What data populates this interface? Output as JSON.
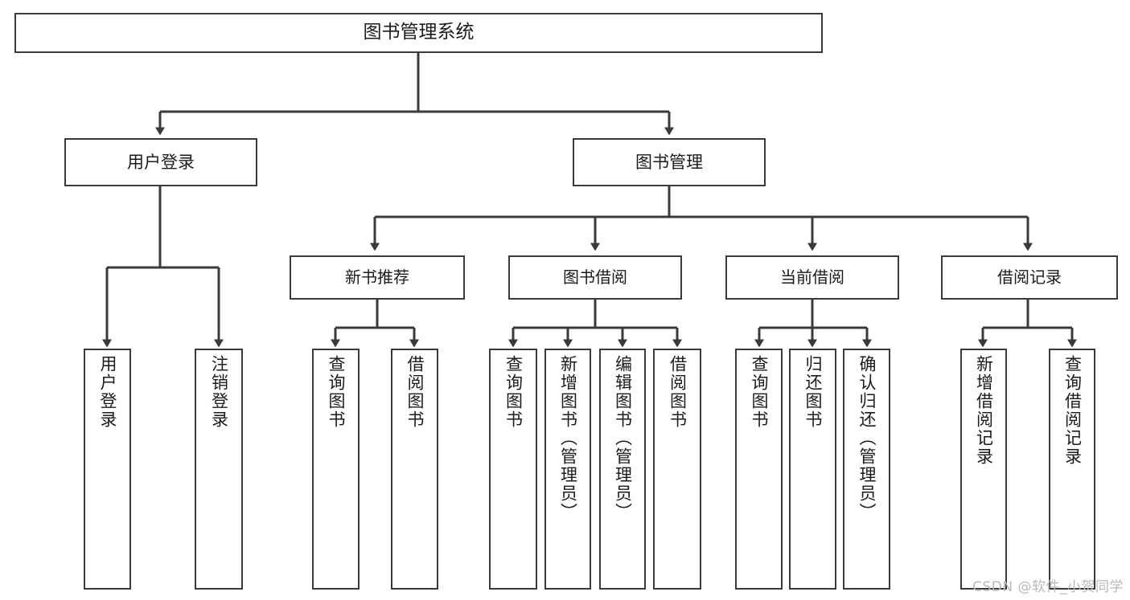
{
  "diagram": {
    "title": "图书管理系统",
    "type": "tree-hierarchy",
    "root": {
      "label": "图书管理系统"
    },
    "level1": [
      {
        "label": "用户登录"
      },
      {
        "label": "图书管理"
      }
    ],
    "level2": [
      {
        "label": "新书推荐"
      },
      {
        "label": "图书借阅"
      },
      {
        "label": "当前借阅"
      },
      {
        "label": "借阅记录"
      }
    ],
    "leaves": {
      "user_login": [
        {
          "label": "用户登录"
        },
        {
          "label": "注销登录"
        }
      ],
      "new_book_recommend": [
        {
          "label": "查询图书"
        },
        {
          "label": "借阅图书"
        }
      ],
      "book_borrow": [
        {
          "label": "查询图书"
        },
        {
          "label": "新增图书（管理员）"
        },
        {
          "label": "编辑图书（管理员）"
        },
        {
          "label": "借阅图书"
        }
      ],
      "current_borrow": [
        {
          "label": "查询图书"
        },
        {
          "label": "归还图书"
        },
        {
          "label": "确认归还（管理员）"
        }
      ],
      "borrow_record": [
        {
          "label": "新增借阅记录"
        },
        {
          "label": "查询借阅记录"
        }
      ]
    },
    "watermark": "CSDN @软件_小贺同学",
    "colors": {
      "box_border": "#3a3a3a",
      "box_fill": "#ffffff",
      "connector": "#3a3a3a",
      "text": "#1b1b1b",
      "watermark": "#b9b9b9",
      "background": "#ffffff"
    }
  }
}
